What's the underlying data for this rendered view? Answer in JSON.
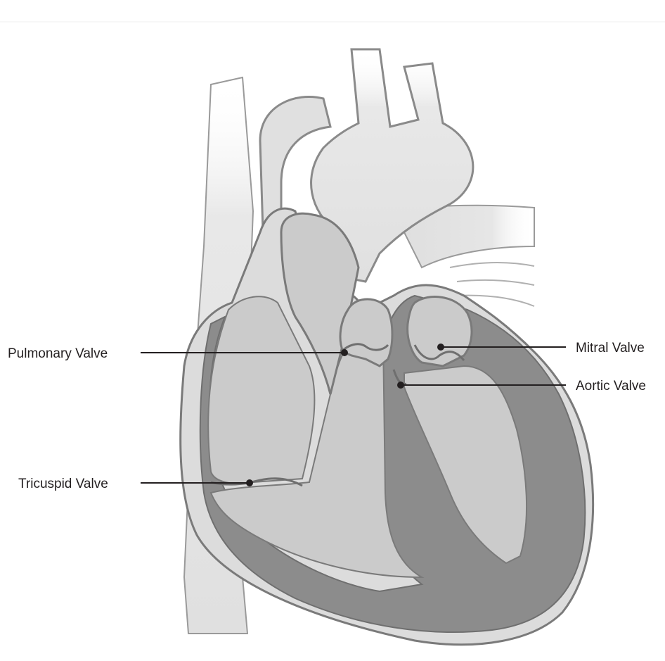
{
  "labels": {
    "pulmonary": "Pulmonary Valve",
    "tricuspid": "Tricuspid Valve",
    "mitral": "Mitral Valve",
    "aortic": "Aortic Valve"
  },
  "colors": {
    "background": "#ffffff",
    "outer_tissue": "#dcdcdc",
    "vessel": "#e3e3e3",
    "chamber": "#cbcbcb",
    "wall": "#8c8c8c",
    "outline": "#7a7a7a",
    "leader": "#231f20"
  }
}
